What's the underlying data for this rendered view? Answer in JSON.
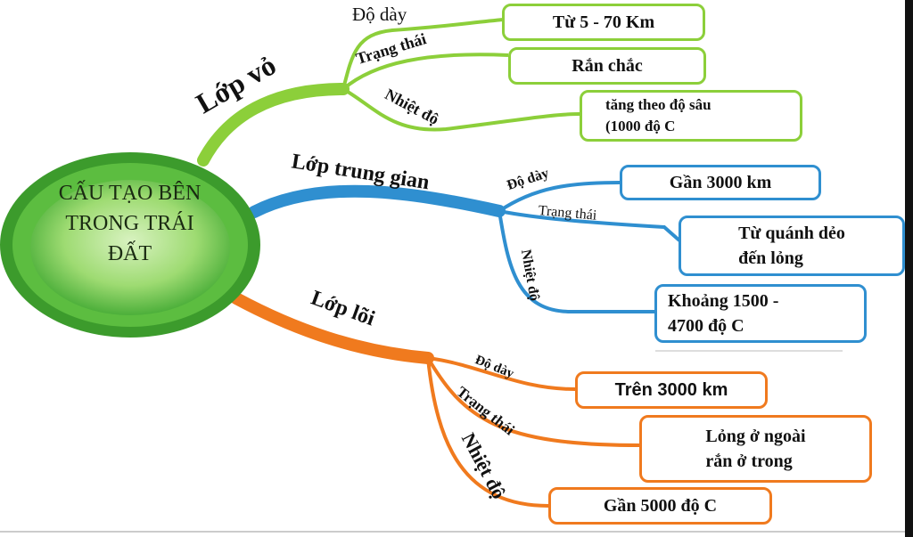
{
  "center": {
    "line1": "CẤU TẠO BÊN",
    "line2": "TRONG TRÁI",
    "line3": "ĐẤT"
  },
  "colors": {
    "crust": "#8ccf3a",
    "mantle": "#2f8fd0",
    "core": "#f07a1e",
    "center": "#4caf3a"
  },
  "branches": [
    {
      "name": "Lớp vỏ",
      "items": [
        {
          "label": "Độ dày",
          "value": "Từ 5 - 70 Km"
        },
        {
          "label": "Trạng thái",
          "value": "Rắn chắc"
        },
        {
          "label": "Nhiệt độ",
          "value_line1": "tăng theo độ sâu",
          "value_line2": "(1000 độ C"
        }
      ]
    },
    {
      "name": "Lớp trung gian",
      "items": [
        {
          "label": "Độ dày",
          "value": "Gần 3000 km"
        },
        {
          "label": "Trạng thái",
          "value_line1": "Từ quánh dẻo",
          "value_line2": "đến lỏng"
        },
        {
          "label": "Nhiệt độ",
          "value_line1": "Khoảng 1500 -",
          "value_line2": "4700 độ C"
        }
      ]
    },
    {
      "name": "Lớp lõi",
      "items": [
        {
          "label": "Độ dày",
          "value": "Trên 3000 km"
        },
        {
          "label": "Trạng thái",
          "value_line1": "Lỏng ở ngoài",
          "value_line2": "rắn ở trong"
        },
        {
          "label": "Nhiệt độ",
          "value": "Gần 5000 độ C"
        }
      ]
    }
  ]
}
